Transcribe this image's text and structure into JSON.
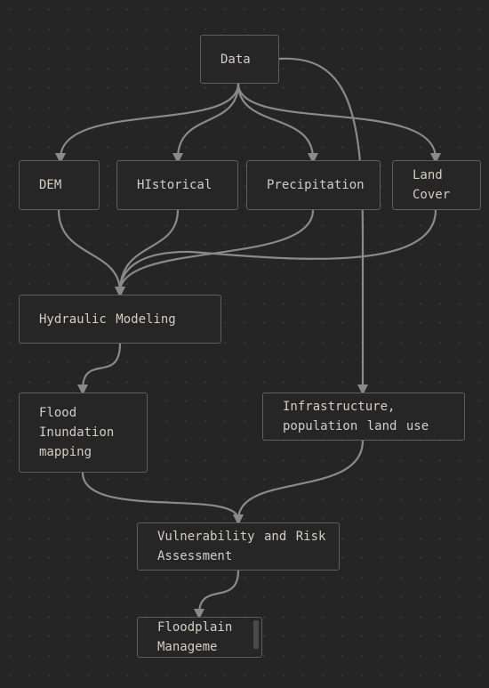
{
  "nodes": {
    "data": "Data",
    "dem": "DEM",
    "historical": "HIstorical",
    "precipitation": "Precipitation",
    "land_cover": "Land\nCover",
    "hydraulic": "Hydraulic Modeling",
    "flood_mapping": "Flood\nInundation\nmapping",
    "infrastructure": "Infrastructure,\npopulation land use",
    "vulnerability": "Vulnerability and Risk\nAssessment",
    "floodplain": "Floodplain\nManageme"
  },
  "colors": {
    "background": "#252525",
    "node_fill": "#262626",
    "node_border": "#5e5e5e",
    "edge": "#8a8a8a",
    "text": "#d3cdc2"
  }
}
